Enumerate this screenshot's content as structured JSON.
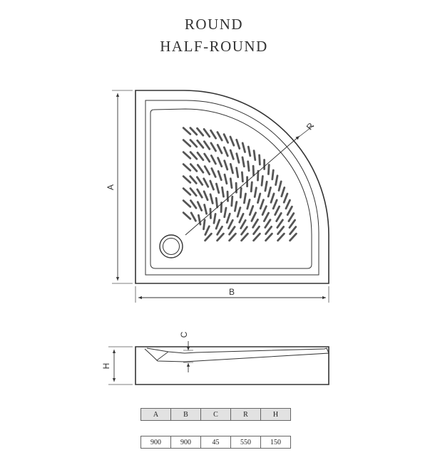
{
  "title": {
    "line1": "ROUND",
    "line2": "HALF-ROUND"
  },
  "dimension_labels": {
    "A": "A",
    "B": "B",
    "R": "R",
    "C": "C",
    "H": "H"
  },
  "spec_table": {
    "headers": [
      "A",
      "B",
      "C",
      "R",
      "H"
    ],
    "values": [
      "900",
      "900",
      "45",
      "550",
      "150"
    ]
  }
}
